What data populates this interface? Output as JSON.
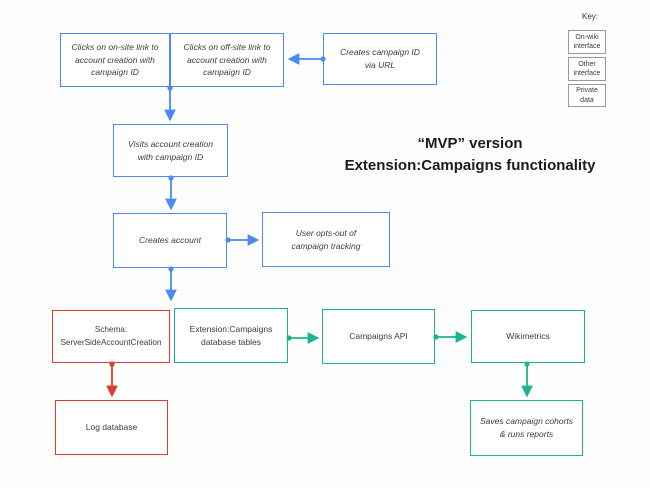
{
  "title": {
    "line1": "“MVP” version",
    "line2": "Extension:Campaigns functionality"
  },
  "key": {
    "label": "Key:",
    "items": [
      {
        "label": "On-wiki\ninterface",
        "color": "#4a8af4"
      },
      {
        "label": "Other\ninterface",
        "color": "#1cb490"
      },
      {
        "label": "Private\ndata",
        "color": "#e23b2e"
      }
    ]
  },
  "nodes": [
    {
      "label": "Clicks on on-site link to\naccount creation with\ncampaign ID",
      "type": "on-wiki-interface"
    },
    {
      "label": "Clicks on off-site link to\naccount creation with\ncampaign ID",
      "type": "on-wiki-interface"
    },
    {
      "label": "Creates campaign ID\nvia URL",
      "type": "on-wiki-interface"
    },
    {
      "label": "Visits account creation\nwith campaign ID",
      "type": "on-wiki-interface"
    },
    {
      "label": "Creates account",
      "type": "on-wiki-interface"
    },
    {
      "label": "User opts-out of\ncampaign tracking",
      "type": "on-wiki-interface"
    },
    {
      "label": "Schema:\nServerSideAccountCreation",
      "type": "private-data"
    },
    {
      "label": "Extension:Campaigns\ndatabase tables",
      "type": "other-interface"
    },
    {
      "label": "Campaigns API",
      "type": "other-interface"
    },
    {
      "label": "Wikimetrics",
      "type": "other-interface"
    },
    {
      "label": "Log database",
      "type": "private-data"
    },
    {
      "label": "Saves campaign cohorts\n& runs reports",
      "type": "other-interface"
    }
  ],
  "colors": {
    "on_wiki_interface": "#4a8af4",
    "other_interface": "#1cb490",
    "private_data": "#e23b2e"
  }
}
